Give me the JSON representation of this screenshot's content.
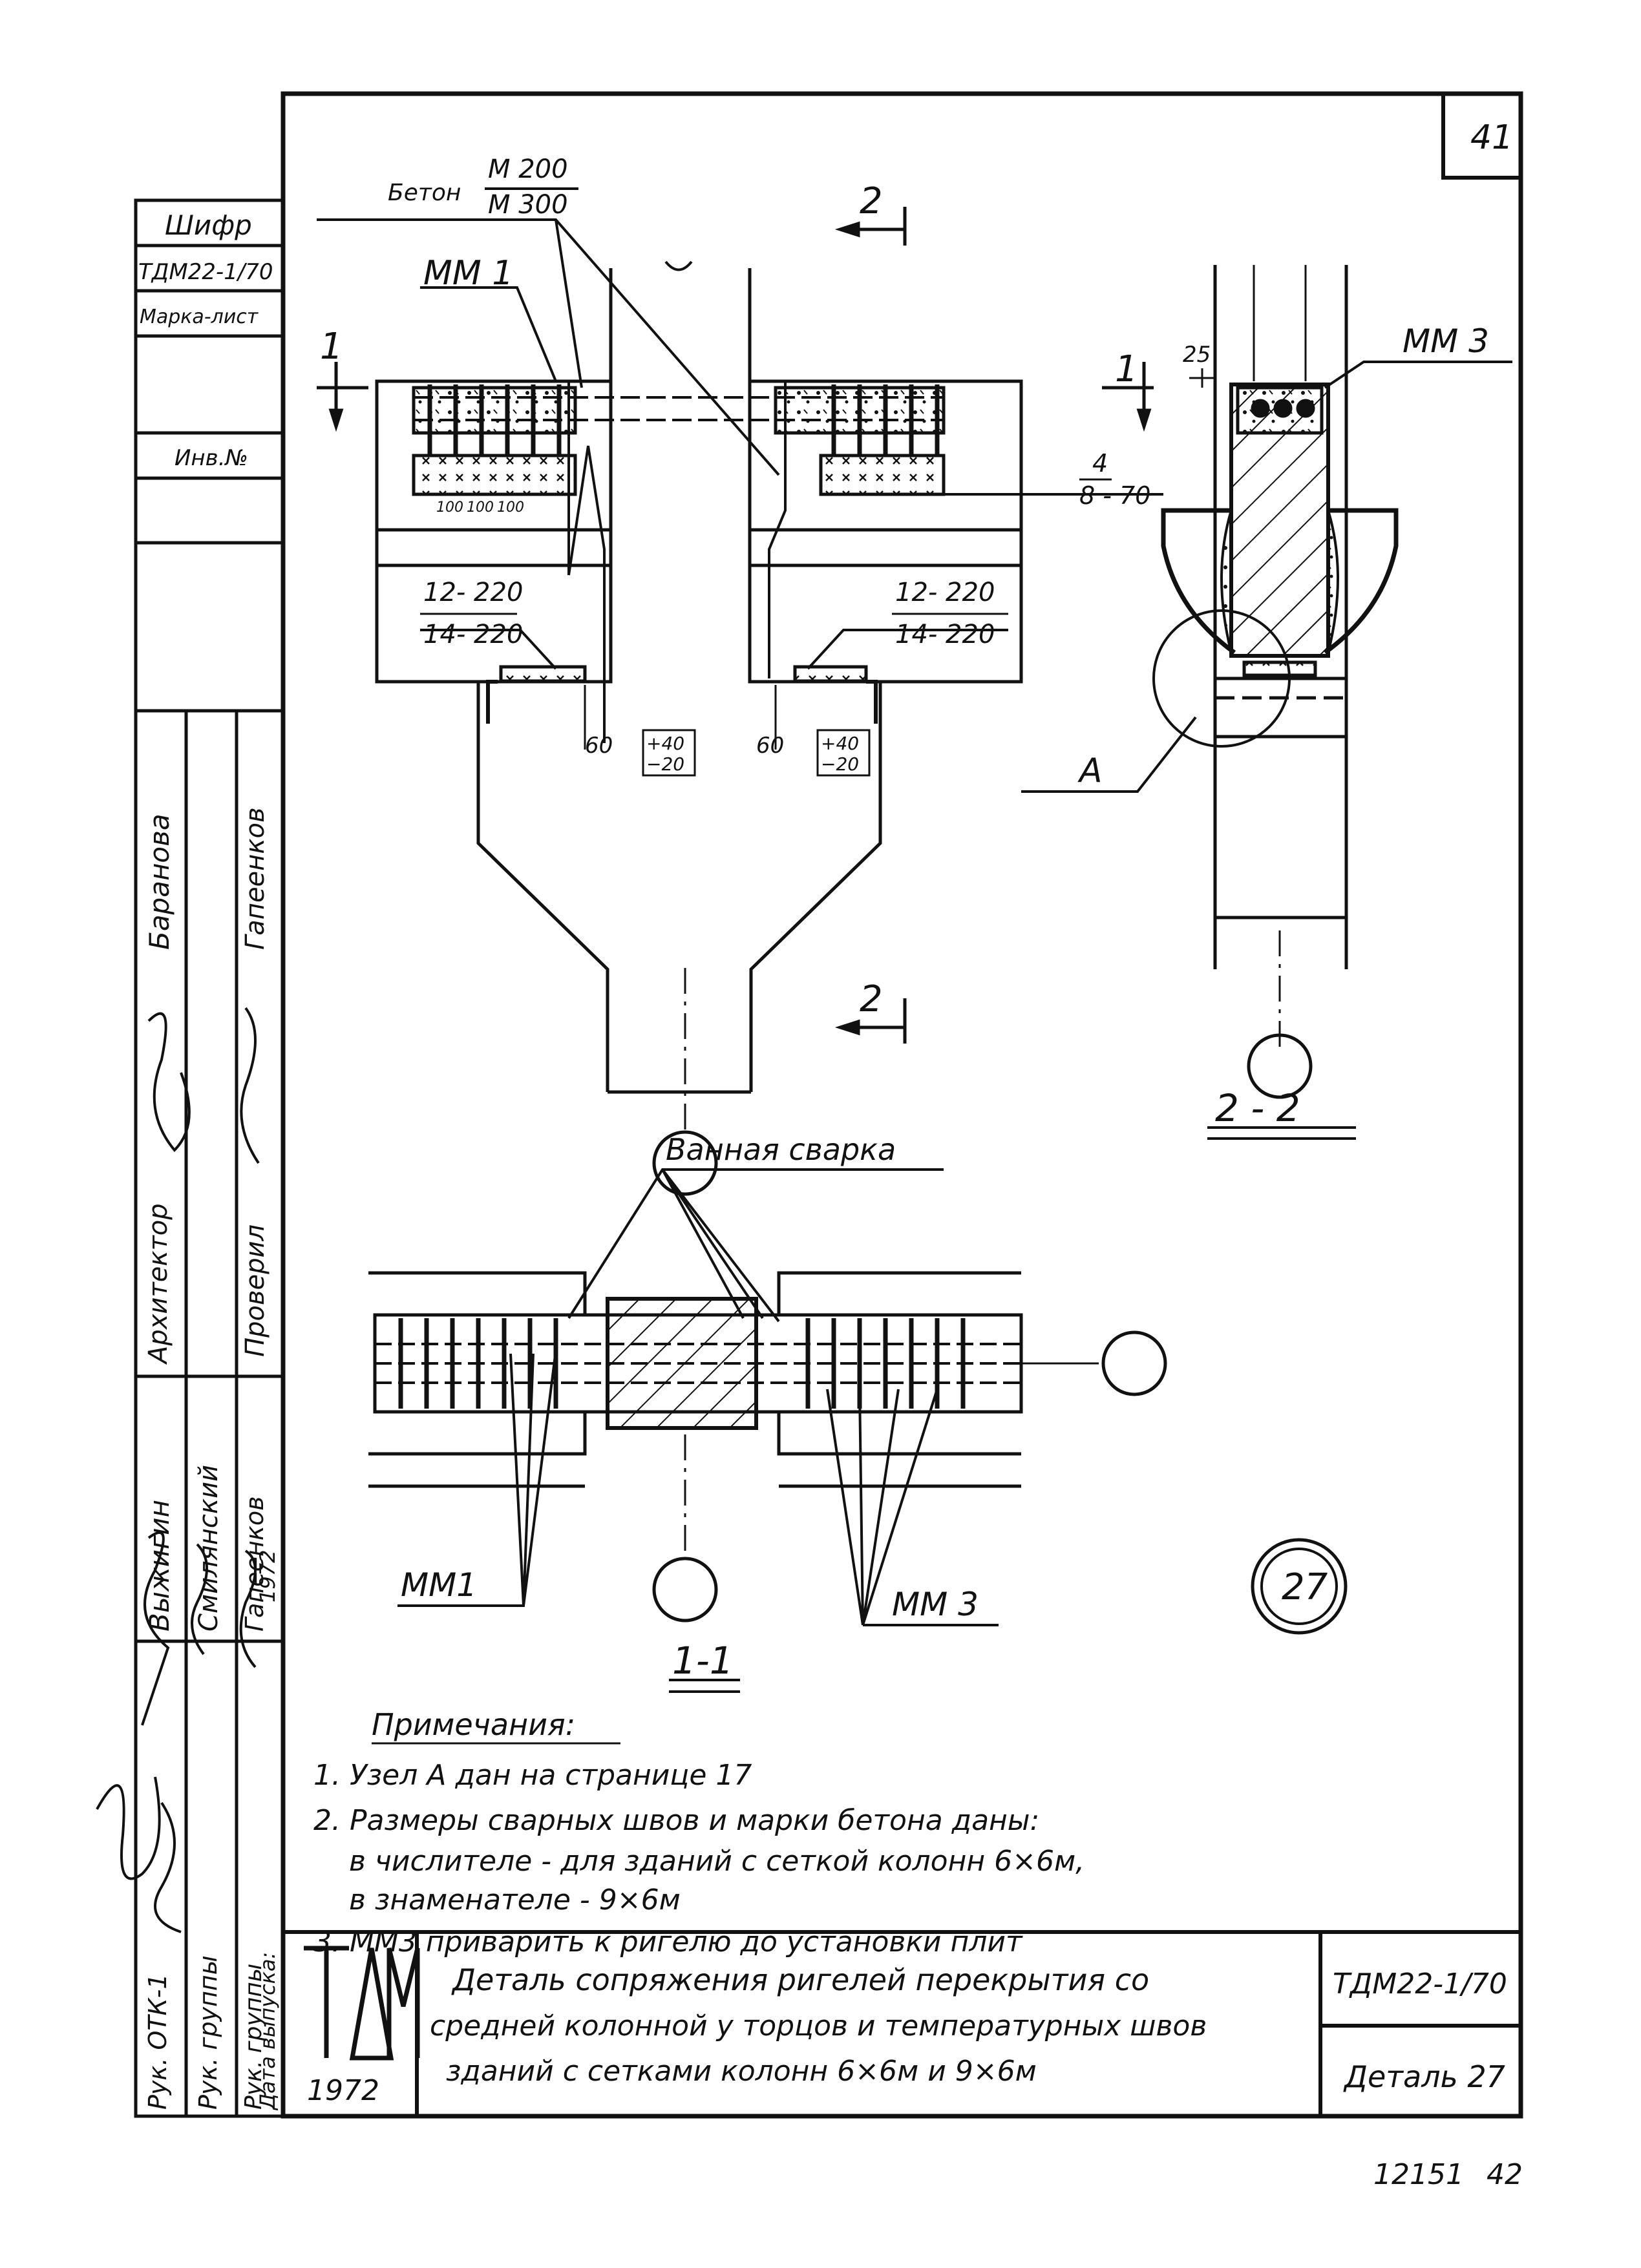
{
  "sheet": {
    "sheet_number": "41",
    "bottom_numbers": [
      "12151",
      "42"
    ]
  },
  "stamp": {
    "header_cells": [
      "Шифр",
      "ТДМ22-1/70",
      "Марка-лист",
      "Инв.№"
    ],
    "roles": [
      "Рук. ОТК-1",
      "Рук. группы",
      "Рук. группы",
      "Дата выпуска:"
    ],
    "people": [
      "Выжигин",
      "Смилянский",
      "Гапеенков",
      "1972"
    ],
    "roles2": [
      "Архитектор",
      "Проверил"
    ],
    "people2": [
      "Баранова",
      "Гапеенков"
    ]
  },
  "title_block": {
    "logo": "ТДМ",
    "year": "1972",
    "title_lines": [
      "Деталь сопряжения ригелей перекрытия со",
      "средней колонной у торцов и температурных швов",
      "зданий с сетками колонн 6×6м и 9×6м"
    ],
    "code": "ТДМ22-1/70",
    "detail": "Деталь 27"
  },
  "drawing": {
    "concrete_label": "Бетон",
    "concrete_top": "М 200",
    "concrete_bottom": "М 300",
    "mm1": "ММ 1",
    "mm1_plain": "ММ1",
    "mm3": "ММ 3",
    "section_1": "1",
    "section_2": "2",
    "section_label_22": "2 - 2",
    "section_label_11": "1-1",
    "weld_top": "4",
    "weld_bottom": "8 - 70",
    "weld_a_top": "12- 220",
    "weld_a_bottom": "14- 220",
    "dim_60": "60",
    "tol_plus": "+40",
    "tol_minus": "−20",
    "dim_100": "100",
    "dim_25": "25",
    "node_a": "А",
    "bath_welding": "Ванная сварка",
    "detail_badge": "27"
  },
  "notes": {
    "heading": "Примечания:",
    "items": [
      "1. Узел А дан на странице 17",
      "2. Размеры сварных швов и марки бетона даны:",
      "в числителе - для зданий с сеткой колонн 6×6м,",
      "в знаменателе - 9×6м",
      "3. ММ3 приварить к ригелю до установки плит"
    ]
  }
}
